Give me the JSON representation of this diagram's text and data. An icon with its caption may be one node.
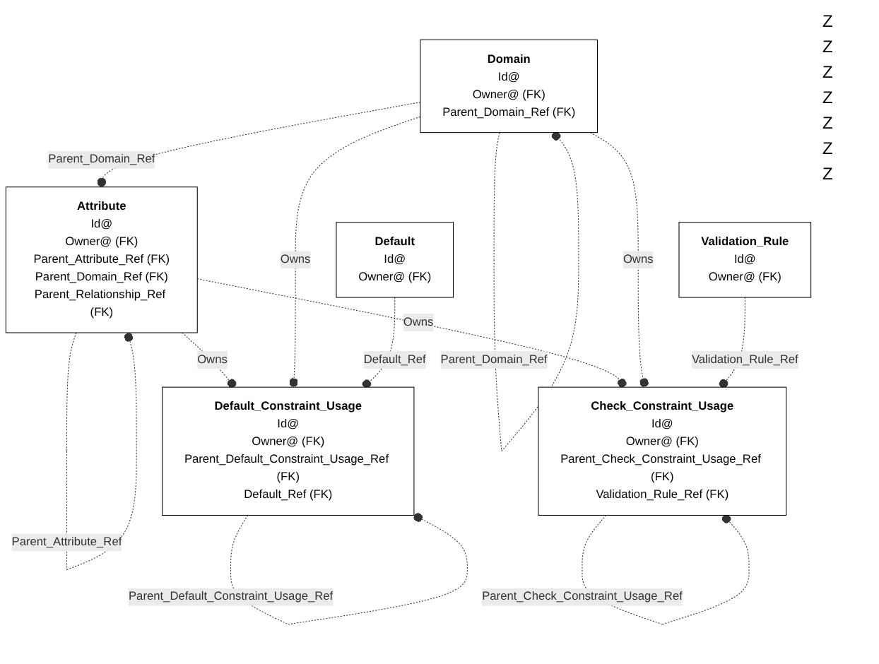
{
  "diagram": {
    "nodes": [
      {
        "text": [
          "Attribute",
          "Id@",
          "Owner@ (FK)",
          "Parent_Attribute_Ref (FK)",
          "Parent_Domain_Ref (FK)",
          "Parent_Relationship_Ref (FK)"
        ]
      },
      {
        "text": [
          "Domain",
          "Id@",
          "Owner@ (FK)",
          "Parent_Domain_Ref (FK)"
        ]
      },
      {
        "text": [
          "Default_Constraint_Usage",
          "Id@",
          "Owner@ (FK)",
          "Parent_Default_Constraint_Usage_Ref (FK)",
          "Default_Ref (FK)"
        ]
      },
      {
        "text": [
          "Check_Constraint_Usage",
          "Id@",
          "Owner@ (FK)",
          "Parent_Check_Constraint_Usage_Ref (FK)",
          "Validation_Rule_Ref (FK)"
        ]
      },
      {
        "text": [
          "Default",
          "Id@",
          "Owner@ (FK)"
        ]
      },
      {
        "text": [
          "Validation_Rule",
          "Id@",
          "Owner@ (FK)"
        ]
      }
    ],
    "edges": [
      {
        "from": 1,
        "to": 0,
        "arrow": "other",
        "label": "Parent_Domain_Ref",
        "style": "dashed"
      },
      {
        "from": 0,
        "to": 0,
        "arrow": "other",
        "label": "Parent_Attribute_Ref",
        "style": "dashed"
      },
      {
        "from": 1,
        "to": 1,
        "arrow": "other",
        "label": "Parent_Domain_Ref",
        "style": "dashed"
      },
      {
        "from": 0,
        "to": 2,
        "arrow": "other",
        "label": "Owns",
        "style": "dashed"
      },
      {
        "from": 0,
        "to": 3,
        "arrow": "other",
        "label": "Owns",
        "style": "dashed"
      },
      {
        "from": 1,
        "to": 2,
        "arrow": "other",
        "label": "Owns",
        "style": "dashed"
      },
      {
        "from": 1,
        "to": 3,
        "arrow": "other",
        "label": "Owns",
        "style": "dashed"
      },
      {
        "from": 2,
        "to": 2,
        "arrow": "other",
        "label": "Parent_Default_Constraint_Usage_Ref",
        "style": "dashed"
      },
      {
        "from": 4,
        "to": 2,
        "arrow": "other",
        "label": "Default_Ref",
        "style": "dashed"
      },
      {
        "from": 3,
        "to": 3,
        "arrow": "other",
        "label": "Parent_Check_Constraint_Usage_Ref",
        "style": "dashed"
      },
      {
        "from": 5,
        "to": 3,
        "arrow": "other",
        "label": "Validation_Rule_Ref",
        "style": "dashed"
      }
    ],
    "labels": [
      "Z",
      "Z",
      "Z",
      "Z",
      "Z",
      "Z",
      "Z"
    ]
  }
}
